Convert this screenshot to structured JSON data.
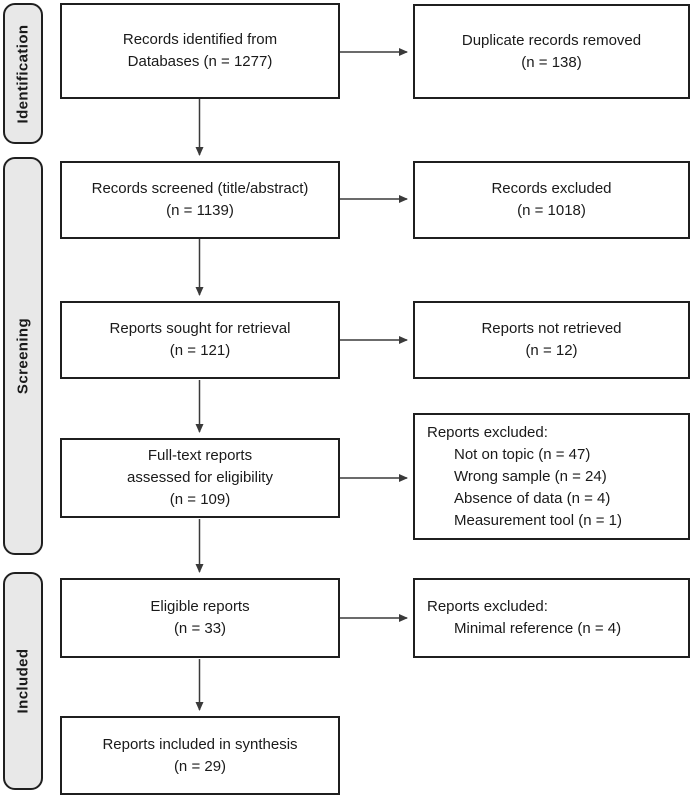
{
  "stages": [
    {
      "label": "Identification"
    },
    {
      "label": "Screening"
    },
    {
      "label": "Included"
    }
  ],
  "boxes": {
    "records_identified": {
      "line1": "Records identified from",
      "line2": "Databases (n = 1277)"
    },
    "duplicates_removed": {
      "line1": "Duplicate records removed",
      "line2": "(n = 138)"
    },
    "records_screened": {
      "line1": "Records screened (title/abstract)",
      "line2": "(n = 1139)"
    },
    "records_excluded": {
      "line1": "Records excluded",
      "line2": "(n = 1018)"
    },
    "reports_sought": {
      "line1": "Reports sought for retrieval",
      "line2": "(n = 121)"
    },
    "reports_not_retrieved": {
      "line1": "Reports not retrieved",
      "line2": "(n = 12)"
    },
    "fulltext_assessed": {
      "line1": "Full-text reports",
      "line2": "assessed for eligibility",
      "line3": "(n = 109)"
    },
    "fulltext_excluded": {
      "heading": "Reports excluded:",
      "items": [
        "Not on topic (n = 47)",
        "Wrong sample (n = 24)",
        "Absence of data (n = 4)",
        "Measurement tool (n = 1)"
      ]
    },
    "eligible_reports": {
      "line1": "Eligible reports",
      "line2": "(n = 33)"
    },
    "eligible_excluded": {
      "heading": "Reports excluded:",
      "items": [
        "Minimal reference (n = 4)"
      ]
    },
    "included_synthesis": {
      "line1": "Reports included in synthesis",
      "line2": "(n = 29)"
    }
  },
  "colors": {
    "box_border": "#1f1f1f",
    "stage_fill": "#e8e8e8",
    "arrow": "#3a3a3a"
  }
}
